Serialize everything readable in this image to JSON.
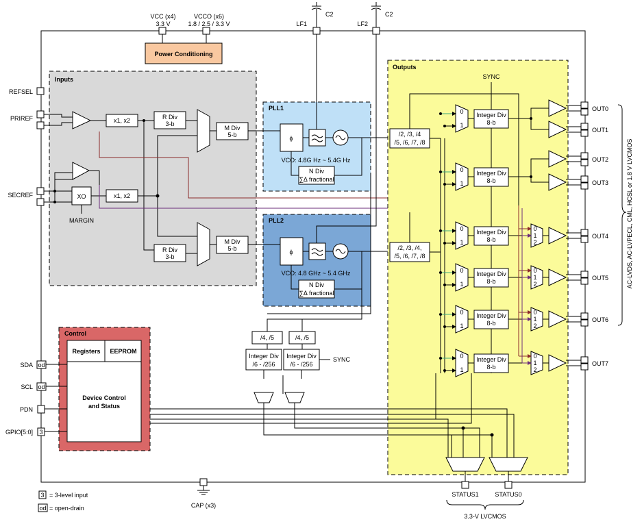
{
  "top": {
    "vcc_label": "VCC (x4)",
    "vcc_value": "3.3 V",
    "vcco_label": "VCCO (x6)",
    "vcco_value": "1.8 / 2.5 / 3.3 V",
    "lf1": "LF1",
    "lf2": "LF2",
    "c2_a": "C2",
    "c2_b": "C2",
    "power_conditioning": "Power Conditioning"
  },
  "inputs": {
    "title": "Inputs",
    "refsel": "REFSEL",
    "priref": "PRIREF",
    "secref": "SECREF",
    "margin": "MARGIN",
    "xo": "XO",
    "mult1": "x1, x2",
    "mult2": "x1, x2",
    "rdiv1_a": "R  Div",
    "rdiv1_b": "3-b",
    "rdiv2_a": "R Div",
    "rdiv2_b": "3-b",
    "mdiv1_a": "M  Div",
    "mdiv1_b": "5-b",
    "mdiv2_a": "M Div",
    "mdiv2_b": "5-b"
  },
  "pll1": {
    "title": "PLL1",
    "phi": "ϕ",
    "vco": "VCO: 4.8G Hz ~ 5.4G Hz",
    "ndiv_a": "N Div",
    "ndiv_b": "∑Δ fractional"
  },
  "pll2": {
    "title": "PLL2",
    "phi": "ϕ",
    "vco": "VCO: 4.8 GHz ~ 5.4 GHz",
    "ndiv_a": "N Div",
    "ndiv_b": "∑Δ fractional"
  },
  "prediv": {
    "p1_a": "/2, /3, /4",
    "p1_b": "/5, /6, /7, /8",
    "p2_a": "/2, /3, /4,",
    "p2_b": "/5, /6, /7, /8"
  },
  "status_div": {
    "d1": "/4, /5",
    "d2": "/4, /5",
    "i1_a": "Integer Div",
    "i1_b": "/6 - /256",
    "i2_a": "Integer Div",
    "i2_b": "/6 - /256",
    "sync": "SYNC"
  },
  "outputs": {
    "title": "Outputs",
    "sync": "SYNC",
    "int_div_a": "Integer Div",
    "int_div_b": "8-b",
    "labels": [
      "OUT0",
      "OUT1",
      "OUT2",
      "OUT3",
      "OUT4",
      "OUT5",
      "OUT6",
      "OUT7"
    ],
    "mux_labels": [
      "0",
      "1",
      "2"
    ],
    "side_text": "AC-LVDS, AC-LVPECL, CML, HCSL or 1.8 V LVCMOS"
  },
  "control": {
    "title": "Control",
    "registers": "Registers",
    "eeprom": "EEPROM",
    "dev_a": "Device Control",
    "dev_b": "and Status",
    "sda": "SDA",
    "scl": "SCL",
    "pdn": "PDN",
    "gpio": "GPIO[5:0]",
    "od": "od",
    "three": "3"
  },
  "bottom": {
    "status1": "STATUS1",
    "status0": "STATUS0",
    "lvcmos": "3.3-V LVCMOS",
    "cap": "CAP (x3)",
    "legend_3": "3",
    "legend_3_text": "= 3-level input",
    "legend_od": "od",
    "legend_od_text": "= open-drain"
  },
  "colors": {
    "inputs_bg": "#d9d9d9",
    "pll1_bg": "#bfe0f7",
    "pll2_bg": "#7ba7d6",
    "outputs_bg": "#fbfb9a",
    "control_bg": "#d96767",
    "power_bg": "#f9c8a0",
    "feed_red": "#a03a3a",
    "feed_purple": "#7a3a8a"
  }
}
